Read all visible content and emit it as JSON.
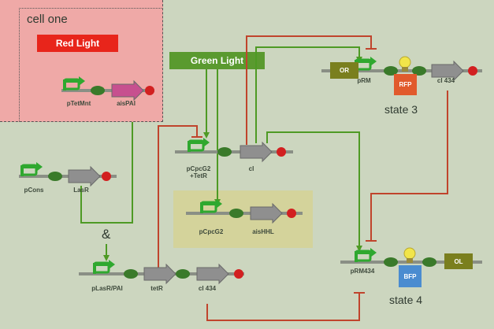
{
  "cell_title": "cell one",
  "red_light": "Red Light",
  "green_light": "Green Light",
  "ampersand": "&",
  "states": {
    "state3": "state 3",
    "state4": "state 4"
  },
  "parts": {
    "pTetMnt": "pTetMnt",
    "aisPAI": "aisPAI",
    "pCons": "pCons",
    "LasR": "LasR",
    "pCpcG2_TetR_1": "pCpcG2",
    "pCpcG2_TetR_2": "+TetR",
    "cI": "cI",
    "pCpcG2": "pCpcG2",
    "aisHHL": "aisHHL",
    "pLasR_PAI": "pLasR/PAI",
    "tetR": "tetR",
    "cI434_bottom": "cI 434",
    "OR": "OR",
    "pRM": "pRM",
    "RFP": "RFP",
    "cI434_top": "cI 434",
    "pRM434": "pRM434",
    "BFP": "BFP",
    "OL": "OL"
  },
  "colors": {
    "background": "#ccd6bf",
    "cell_box": "#efa9a7",
    "red_light_box": "#e8251b",
    "green_light_box": "#5a9a2f",
    "rfp_box": "#e15a2c",
    "bfp_box": "#4a8cd0",
    "operator_box": "#7a7f1e",
    "activation_arrow": "#4e9a24",
    "repression_line": "#c0442c",
    "promoter": "#2fa82f",
    "rbs": "#3a7a2a",
    "terminator": "#d22020",
    "gene_gray": "#8f8f8f",
    "gene_pink": "#c7508f"
  }
}
